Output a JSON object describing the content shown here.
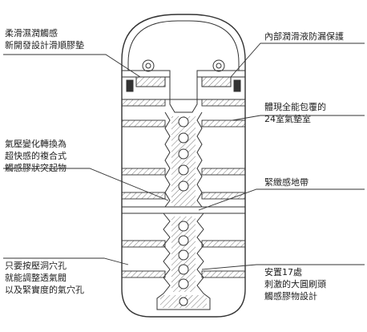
{
  "callouts": {
    "top_left": [
      "柔滑濕潤觸感",
      "新開發設計滑順膠墊"
    ],
    "top_right": [
      "內部潤滑液防漏保護"
    ],
    "mid_right_upper": [
      "體現全能包覆的",
      "24室氣墊室"
    ],
    "mid_left": [
      "氣壓變化轉換為",
      "超快感的複合式",
      "觸感膠狀突起物"
    ],
    "mid_right_lower": [
      "緊緻感地帶"
    ],
    "bottom_left": [
      "只要按壓洞穴孔",
      "就能調整透氣閥",
      "以及緊實度的氣穴孔"
    ],
    "bottom_right": [
      "安置17處",
      "刺激的大圓刷頭",
      "觸感膠物設計"
    ]
  },
  "colors": {
    "line": "#333333",
    "text": "#222222",
    "background": "#ffffff"
  }
}
